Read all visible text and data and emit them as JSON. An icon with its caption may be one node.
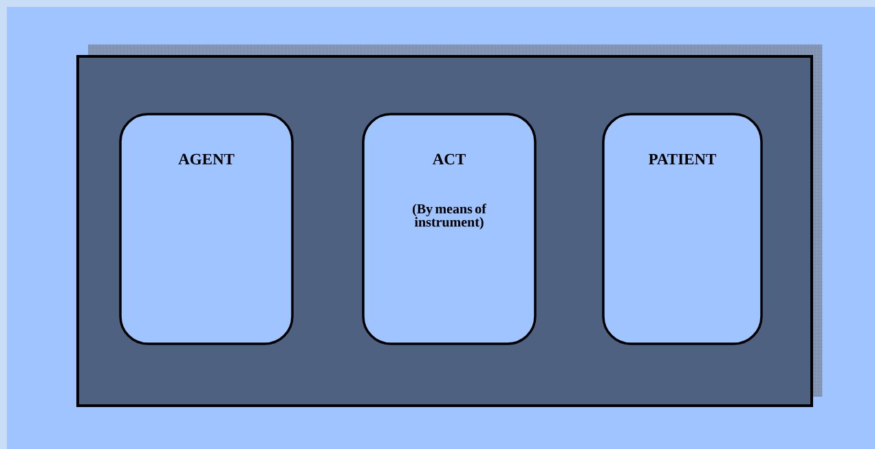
{
  "diagram": {
    "nodes": [
      {
        "text": [],
        "shape": "box"
      },
      {
        "text": [
          "AGENT"
        ],
        "in": 0
      },
      {
        "text": [
          "ACT",
          "(By means of instrument)"
        ],
        "in": 0
      },
      {
        "text": [
          "PATIENT"
        ],
        "in": 0
      }
    ]
  }
}
